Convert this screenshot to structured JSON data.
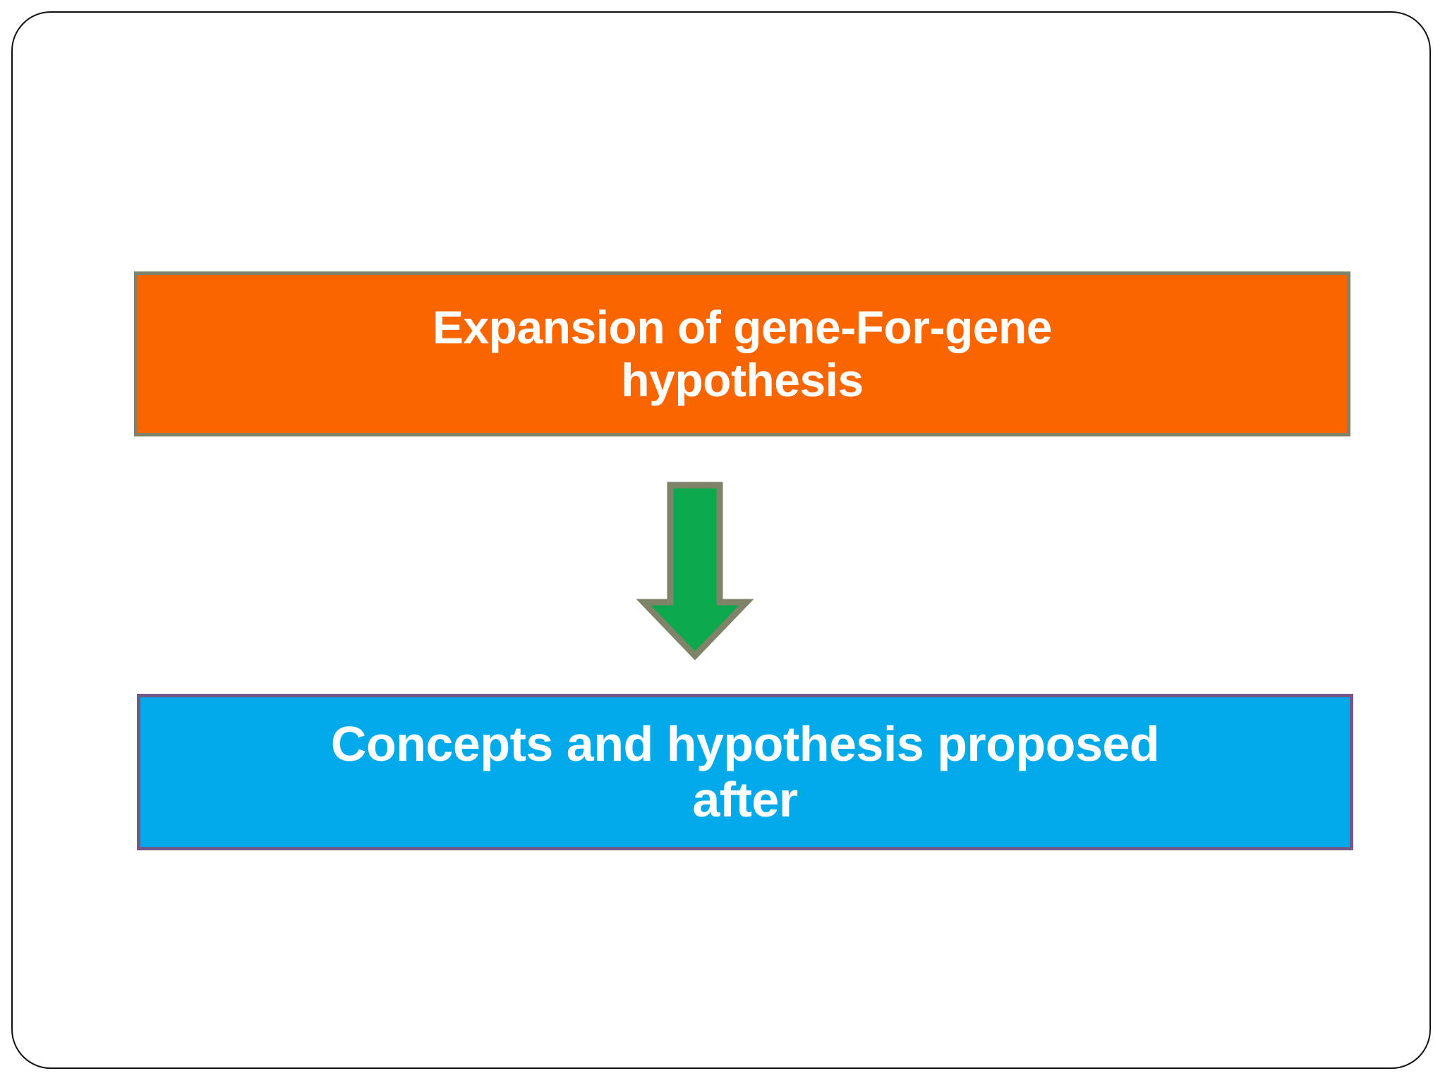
{
  "slide": {
    "background_color": "#FFFFFF",
    "border_color": "#111111",
    "diagram_type": "flowchart"
  },
  "diagram": {
    "nodes": [
      {
        "id": "source",
        "text": "Expansion of gene-For-gene hypothesis",
        "line1": "Expansion of gene-For-gene",
        "line2": "hypothesis",
        "fill_color": "#F96600",
        "border_color": "#7F8468",
        "text_color": "#FFFFFF"
      },
      {
        "id": "target",
        "text": "Concepts and hypothesis proposed after",
        "line1": "Concepts and hypothesis proposed",
        "line2": "after",
        "fill_color": "#00A9E8",
        "border_color": "#70598C",
        "text_color": "#FFFFFF"
      }
    ],
    "connector": {
      "id": "down-arrow",
      "icon": "arrow-down-icon",
      "direction": "down",
      "fill_color": "#0BA84D",
      "border_color": "#7F8468",
      "from": "source",
      "to": "target"
    }
  }
}
